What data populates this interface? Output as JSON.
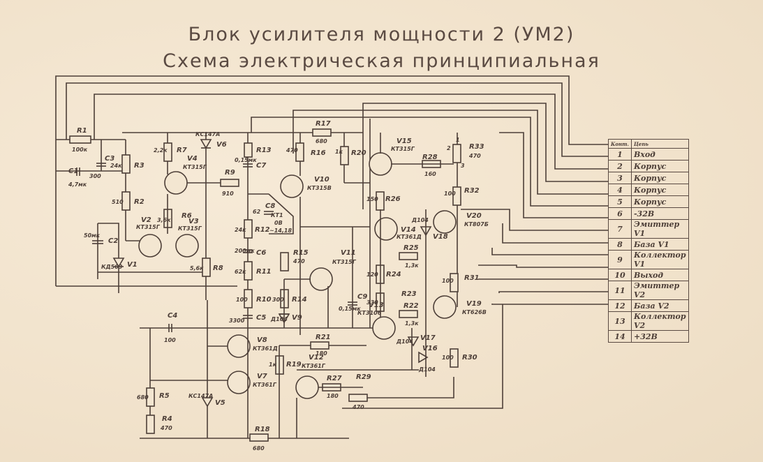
{
  "title": "Блок усилителя мощности 2 (УМ2)",
  "subtitle": "Схема электрическая принципиальная",
  "connector_table": {
    "header": {
      "contact": "Конт.",
      "circuit": "Цепь"
    },
    "rows": [
      {
        "n": "1",
        "circuit": "Вход"
      },
      {
        "n": "2",
        "circuit": "Корпус"
      },
      {
        "n": "3",
        "circuit": "Корпус"
      },
      {
        "n": "4",
        "circuit": "Корпус"
      },
      {
        "n": "5",
        "circuit": "Корпус"
      },
      {
        "n": "6",
        "circuit": "-32В"
      },
      {
        "n": "7",
        "circuit": "Эмиттер V1"
      },
      {
        "n": "8",
        "circuit": "База V1"
      },
      {
        "n": "9",
        "circuit": "Коллектор V1"
      },
      {
        "n": "10",
        "circuit": "Выход"
      },
      {
        "n": "11",
        "circuit": "Эмиттер V2"
      },
      {
        "n": "12",
        "circuit": "База V2"
      },
      {
        "n": "13",
        "circuit": "Коллектор V2"
      },
      {
        "n": "14",
        "circuit": "+32В"
      }
    ]
  },
  "components": {
    "R1": {
      "ref": "R1",
      "value": "100к"
    },
    "R2": {
      "ref": "R2",
      "value": "510"
    },
    "R3": {
      "ref": "R3",
      "value": "24к"
    },
    "R4": {
      "ref": "R4",
      "value": "470"
    },
    "R5": {
      "ref": "R5",
      "value": "680"
    },
    "R6": {
      "ref": "R6",
      "value": "3,6к"
    },
    "R7": {
      "ref": "R7",
      "value": "2,2к"
    },
    "R8": {
      "ref": "R8",
      "value": "5,6к"
    },
    "R9": {
      "ref": "R9",
      "value": "910"
    },
    "R10": {
      "ref": "R10",
      "value": "100"
    },
    "R11": {
      "ref": "R11",
      "value": "62к"
    },
    "R12": {
      "ref": "R12",
      "value": "24к"
    },
    "R13": {
      "ref": "R13",
      "value": ""
    },
    "R14": {
      "ref": "R14",
      "value": "300"
    },
    "R15": {
      "ref": "R15",
      "value": "470"
    },
    "R16": {
      "ref": "R16",
      "value": "470"
    },
    "R17": {
      "ref": "R17",
      "value": "680"
    },
    "R18": {
      "ref": "R18",
      "value": "680"
    },
    "R19": {
      "ref": "R19",
      "value": "1к"
    },
    "R20": {
      "ref": "R20",
      "value": "1к"
    },
    "R21": {
      "ref": "R21",
      "value": "180"
    },
    "R22": {
      "ref": "R22",
      "value": "1,3к"
    },
    "R23": {
      "ref": "R23",
      "value": "330"
    },
    "R24": {
      "ref": "R24",
      "value": "120"
    },
    "R25": {
      "ref": "R25",
      "value": "1,3к"
    },
    "R26": {
      "ref": "R26",
      "value": "150"
    },
    "R27": {
      "ref": "R27",
      "value": "180"
    },
    "R28": {
      "ref": "R28",
      "value": "160"
    },
    "R29": {
      "ref": "R29",
      "value": "470"
    },
    "R30": {
      "ref": "R30",
      "value": "100"
    },
    "R31": {
      "ref": "R31",
      "value": "100"
    },
    "R32": {
      "ref": "R32",
      "value": "100"
    },
    "R33": {
      "ref": "R33",
      "value": "470"
    },
    "C1": {
      "ref": "C1",
      "value": "4,7мк"
    },
    "C2": {
      "ref": "C2",
      "value": "50мк"
    },
    "C3": {
      "ref": "C3",
      "value": "300"
    },
    "C4": {
      "ref": "C4",
      "value": "100"
    },
    "C5": {
      "ref": "C5",
      "value": "3300"
    },
    "C6": {
      "ref": "C6",
      "value": "200мк"
    },
    "C7": {
      "ref": "C7",
      "value": "0,15мк"
    },
    "C8": {
      "ref": "C8",
      "value": "62"
    },
    "C9": {
      "ref": "C9",
      "value": "0,15мк"
    },
    "V1": {
      "ref": "V1",
      "value": "КД503"
    },
    "V2": {
      "ref": "V2",
      "value": "КТ315Г"
    },
    "V3": {
      "ref": "V3",
      "value": "КТ315Г"
    },
    "V4": {
      "ref": "V4",
      "value": "КТ315Г"
    },
    "V5": {
      "ref": "V5",
      "value": "КС147А"
    },
    "V6": {
      "ref": "V6",
      "value": "КС147А"
    },
    "V7": {
      "ref": "V7",
      "value": "КТ361Г"
    },
    "V8": {
      "ref": "V8",
      "value": "КТ361Д"
    },
    "V9": {
      "ref": "V9",
      "value": "Д104"
    },
    "V10": {
      "ref": "V10",
      "value": "КТ315В"
    },
    "V11": {
      "ref": "V11",
      "value": "КТ315Г"
    },
    "V12": {
      "ref": "V12",
      "value": "КТ361Г"
    },
    "V13": {
      "ref": "V13",
      "value": "КТ3106"
    },
    "V14": {
      "ref": "V14",
      "value": "КТ361Д"
    },
    "V15": {
      "ref": "V15",
      "value": "КТ315Г"
    },
    "V16": {
      "ref": "V16",
      "value": "Д104"
    },
    "V17": {
      "ref": "V17",
      "value": "Д104"
    },
    "V18": {
      "ref": "V18",
      "value": "Д104"
    },
    "V19": {
      "ref": "V19",
      "value": "КТ626В"
    },
    "V20": {
      "ref": "V20",
      "value": "КТ807Б"
    }
  },
  "annotations": {
    "kt1_label": "КТ1",
    "kt1_dc": "0В",
    "kt1_ac": "~14,18",
    "pin1": "1",
    "pin2": "2",
    "pin3": "3"
  }
}
